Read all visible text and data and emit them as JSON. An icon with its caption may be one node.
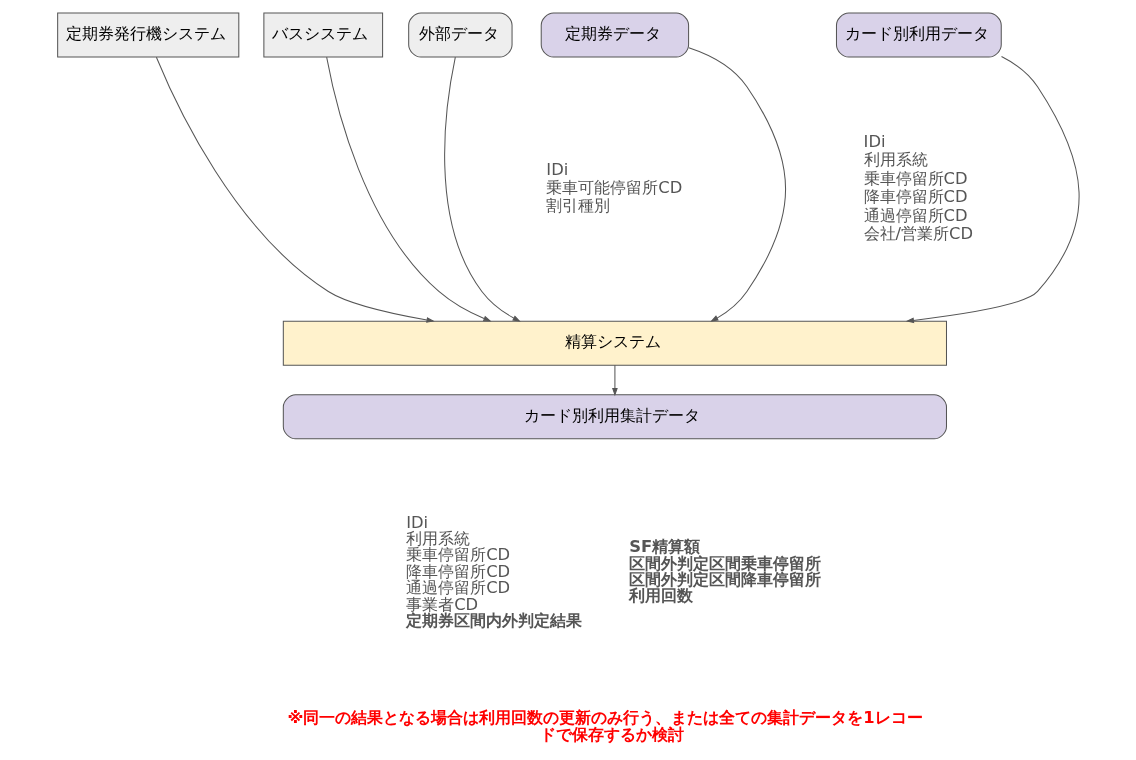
{
  "diagram": {
    "nodes": [
      {
        "text": [
          "定期券発行機システム"
        ]
      },
      {
        "text": [
          "バスシステム"
        ]
      },
      {
        "text": [
          "外部データ"
        ]
      },
      {
        "text": [
          "定期券データ"
        ],
        "beside": [
          "IDi",
          "乗車可能停留所CD",
          "割引種別"
        ]
      },
      {
        "text": [
          "カード別利用データ"
        ],
        "beside": [
          "IDi",
          "利用系統",
          "乗車停留所CD",
          "降車停留所CD",
          "通過停留所CD",
          "会社/営業所CD"
        ]
      },
      {
        "text": [
          "精算システム"
        ]
      },
      {
        "text": [
          "カード別利用集計データ"
        ],
        "beside": [
          "IDi",
          "利用系統",
          "乗車停留所CD",
          "降車停留所CD",
          "通過停留所CD",
          "事業者CD",
          "定期券区間内外判定結果",
          "SF精算額",
          "区間外判定区間乗車停留所",
          "区間外判定区間降車停留所",
          "利用回数"
        ]
      }
    ],
    "edges": [
      {
        "from": 0,
        "to": 5,
        "arrow": "to"
      },
      {
        "from": 1,
        "to": 5,
        "arrow": "to"
      },
      {
        "from": 2,
        "to": 5,
        "arrow": "to"
      },
      {
        "from": 3,
        "to": 5,
        "arrow": "to"
      },
      {
        "from": 4,
        "to": 5,
        "arrow": "to"
      },
      {
        "from": 5,
        "to": 6,
        "arrow": "to"
      }
    ],
    "labels": [
      "※同一の結果となる場合は利用回数の更新のみ行う、または全ての集計データを1レコードで保存するか検討"
    ]
  }
}
